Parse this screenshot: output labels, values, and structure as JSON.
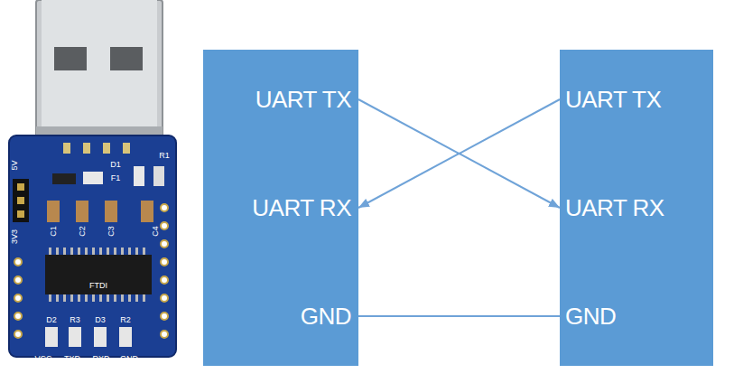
{
  "diagram": {
    "nodes": [
      {
        "text": [
          "UART TX",
          "UART RX",
          "GND"
        ]
      },
      {
        "text": [
          "UART TX",
          "UART RX",
          "GND"
        ]
      }
    ],
    "edges": [
      {
        "from": 0,
        "to": 1,
        "arrow": "to"
      },
      {
        "from": 1,
        "to": 0,
        "arrow": "to"
      },
      {
        "from": 0,
        "to": 1,
        "arrow": "none"
      }
    ],
    "labels": [
      "5V",
      "3V3",
      "D1",
      "F1",
      "R1",
      "C1",
      "C2",
      "C3",
      "C4",
      "FTDI",
      "D2",
      "R3",
      "D3",
      "R2",
      "VCC",
      "TXD",
      "RXD",
      "GND"
    ]
  }
}
